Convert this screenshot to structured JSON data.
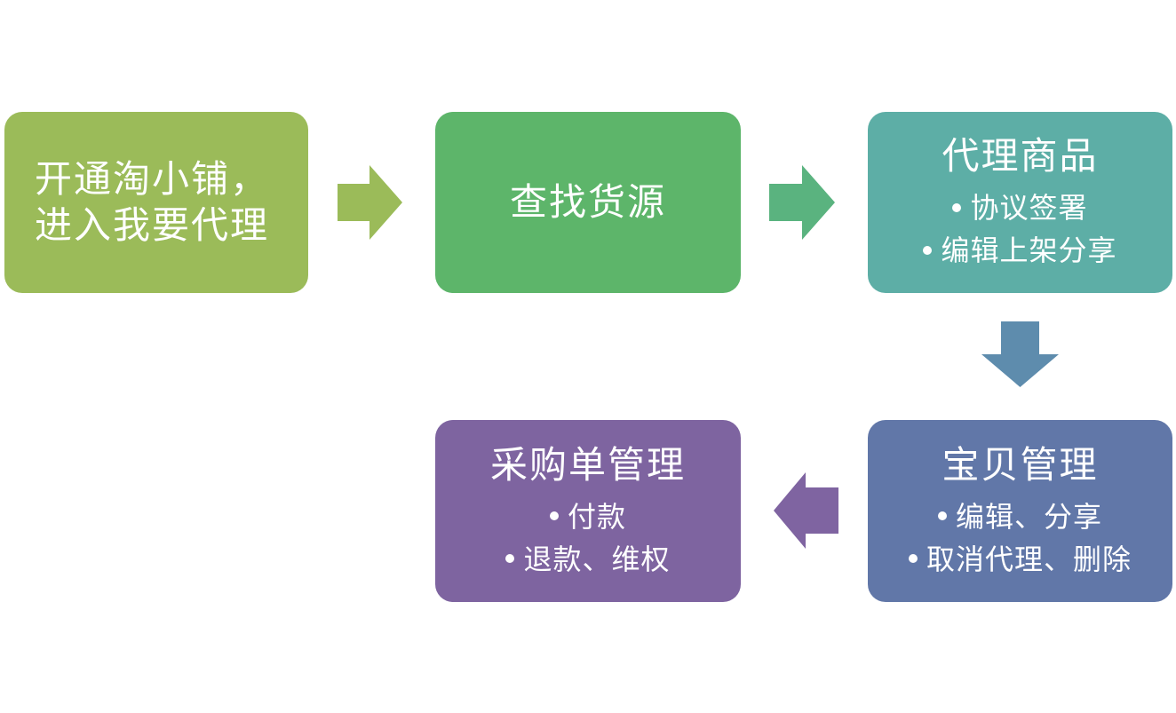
{
  "colors": {
    "step1": "#9BBB59",
    "step2": "#5DB56A",
    "step3": "#5DAEA6",
    "step4": "#6177A8",
    "step5": "#7E64A0",
    "arrow1": "#9BBB59",
    "arrow2": "#5AB37F",
    "arrow3": "#5E8CAD",
    "arrow4": "#7F64A1",
    "text": "#FFFFFF"
  },
  "steps": [
    {
      "title_lines": [
        "开通淘小铺，",
        "进入我要代理"
      ],
      "bullets": []
    },
    {
      "title": "查找货源",
      "bullets": []
    },
    {
      "title": "代理商品",
      "bullets": [
        "协议签署",
        "编辑上架分享"
      ]
    },
    {
      "title": "宝贝管理",
      "bullets": [
        "编辑、分享",
        "取消代理、删除"
      ]
    },
    {
      "title": "采购单管理",
      "bullets": [
        "付款",
        "退款、维权"
      ]
    }
  ],
  "arrows": [
    {
      "from": "开通淘小铺，进入我要代理",
      "to": "查找货源",
      "direction": "right"
    },
    {
      "from": "查找货源",
      "to": "代理商品",
      "direction": "right"
    },
    {
      "from": "代理商品",
      "to": "宝贝管理",
      "direction": "down"
    },
    {
      "from": "宝贝管理",
      "to": "采购单管理",
      "direction": "left"
    }
  ]
}
